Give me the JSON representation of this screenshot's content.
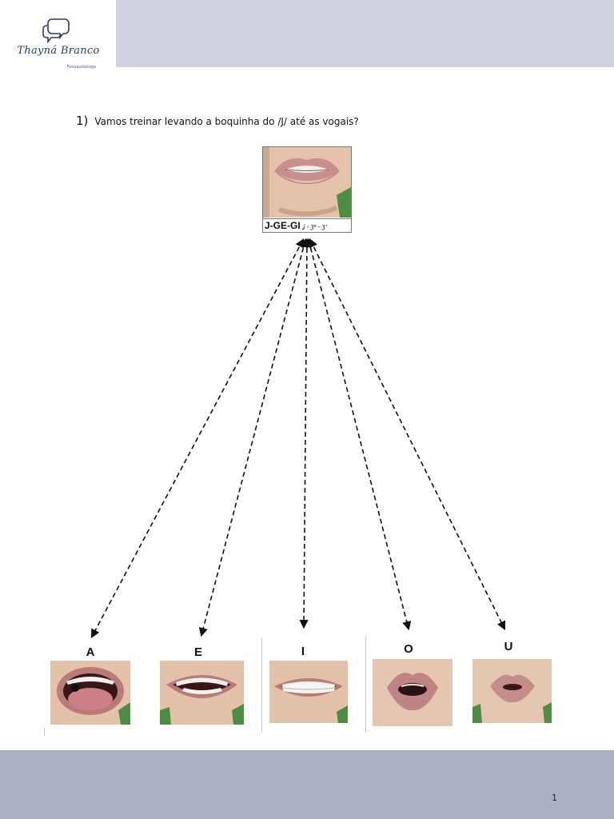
{
  "header": {
    "logo_name": "Thayná Branco",
    "logo_subtitle": "Fonoaudióloga",
    "logo_icon": "speech-bubbles-icon",
    "band_color": "#cfd3df"
  },
  "question": {
    "number": "1)",
    "text": "Vamos treinar levando a boquinha do /J/ até as vogais?"
  },
  "main_image": {
    "caption": "J-GE-GI",
    "phonetic": "ʝ - ʒᵉ - ʒⁱ"
  },
  "vowels": [
    {
      "letter": "A"
    },
    {
      "letter": "E"
    },
    {
      "letter": "I"
    },
    {
      "letter": "O"
    },
    {
      "letter": "U"
    }
  ],
  "footer": {
    "page_number": "1",
    "band_color": "#aab0c5"
  }
}
